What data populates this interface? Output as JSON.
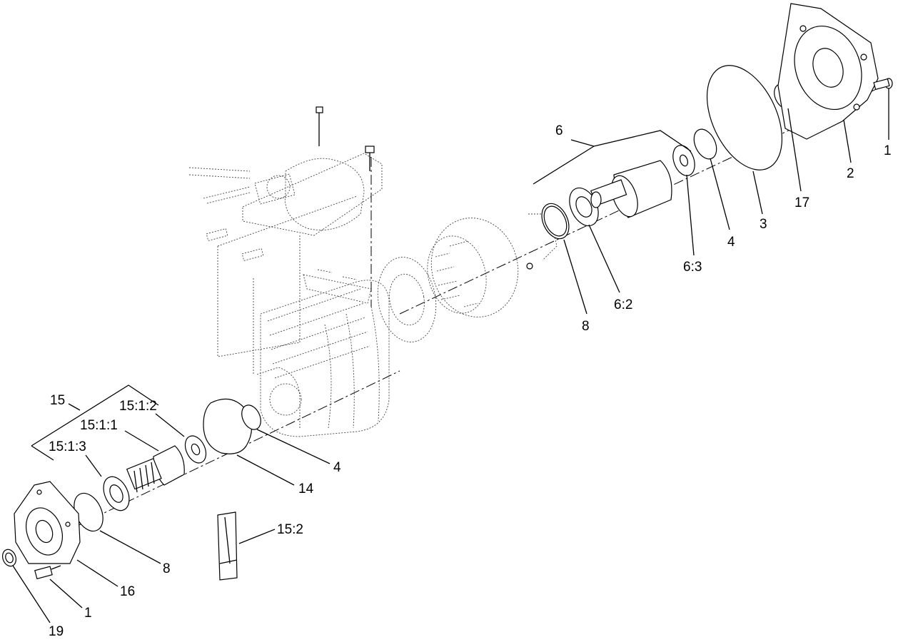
{
  "labels": {
    "l1_right": "1",
    "l2": "2",
    "l17": "17",
    "l3": "3",
    "l4_top": "4",
    "l6_3": "6:3",
    "l6": "6",
    "l6_2": "6:2",
    "l8_top": "8",
    "l15": "15",
    "l15_1_2": "15:1:2",
    "l15_1_1": "15:1:1",
    "l15_1_3": "15:1:3",
    "l4_bottom": "4",
    "l14": "14",
    "l15_2": "15:2",
    "l8_bottom": "8",
    "l16": "16",
    "l1_bottom": "1",
    "l19": "19"
  }
}
